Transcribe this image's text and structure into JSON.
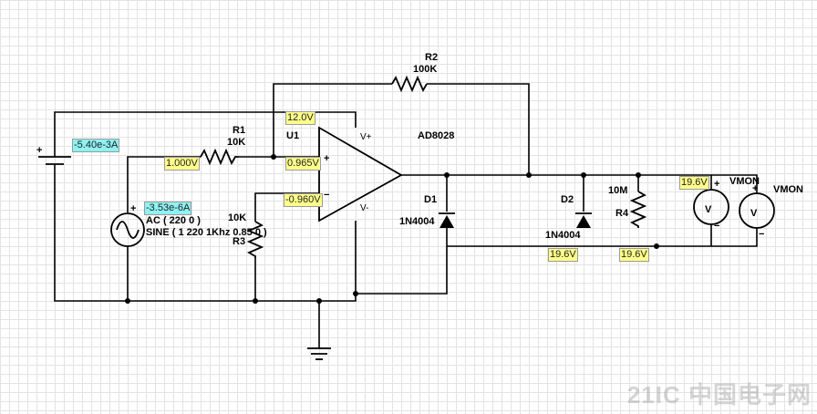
{
  "components": {
    "r1": {
      "ref": "R1",
      "value": "10K"
    },
    "r2": {
      "ref": "R2",
      "value": "100K"
    },
    "r3": {
      "ref": "R3",
      "value": "10K"
    },
    "r4": {
      "ref": "R4",
      "value": "10M"
    },
    "u1": {
      "ref": "U1",
      "part": "AD8028",
      "pin_vplus": "V+",
      "pin_vminus": "V-",
      "in_plus": "+",
      "in_minus": "−"
    },
    "d1": {
      "ref": "D1",
      "part": "1N4004"
    },
    "d2": {
      "ref": "D2",
      "part": "1N4004"
    },
    "source": {
      "line1": "AC ( 220 0 )",
      "line2": "SINE ( 1 220 1Khz 0.85 0 )"
    },
    "vmon1": {
      "label": "VMON"
    },
    "vmon2": {
      "label": "VMON"
    }
  },
  "probes": {
    "v_supply": "12.0V",
    "v_in_plus": "0.965V",
    "v_in_minus": "-0.960V",
    "v_r1": "1.000V",
    "v_d2": "19.6V",
    "v_r4": "19.6V",
    "v_vmon": "19.6V",
    "i_battery": "-5.40e-3A",
    "i_source": "-3.53e-6A"
  },
  "symbols": {
    "plus": "+",
    "minus": "−",
    "meter": "V"
  },
  "watermark": "21IC 中国电子网",
  "colors": {
    "voltage_probe": "#ffff8a",
    "current_probe": "#8ef2f2",
    "wire": "#000000",
    "grid": "#e3e3e3"
  }
}
